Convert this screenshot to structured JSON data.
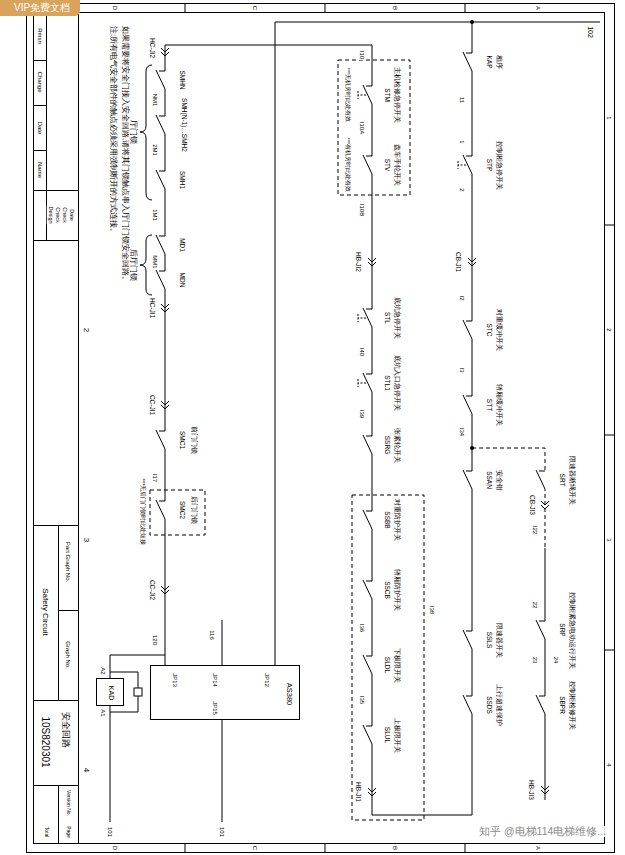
{
  "diagram": {
    "nodes": [
      {
        "text": [
          "AS380",
          "JP12",
          "JP14",
          "JP13",
          "JP15"
        ]
      },
      {
        "text": [
          "KAD"
        ]
      }
    ],
    "edges": [
      {
        "from": 1,
        "to": 0,
        "arrow": "none"
      }
    ],
    "labels": [
      "VIP免费文档",
      "D",
      "C",
      "B",
      "A",
      "D",
      "C",
      "B",
      "A",
      "1",
      "2",
      "3",
      "4",
      "2",
      "3",
      "4",
      "Rmsn",
      "Change",
      "Date",
      "Name",
      "Design",
      "Check",
      "Check",
      "Date",
      "Part Graph No.",
      "Graph No.",
      "Safety Circuit",
      "安全回路",
      "10S820301",
      "Version No.",
      "Page",
      "Total",
      "注:所有电气安全部件的触点必须采用强制断开的方式连接。",
      "如果需要将安全门接入安全回路,请将其门锁触点串入厅门门锁安全回路。",
      "HC-JI2",
      "SMHN",
      "NM1",
      "SMH(N-1)…SMH2",
      "2M1",
      "SMH1",
      "厅门锁",
      "1M1",
      "MD1",
      "MM1",
      "MDN",
      "后厅门锁",
      "HC-JI1",
      "CC-JI1",
      "SMC1",
      "前门门锁",
      "I17",
      "SMC2",
      "后门门锁",
      "***无后门门锁时此处短接",
      "CC-JI2",
      "120",
      "116",
      "101",
      "A2",
      "A1",
      "101",
      "I10",
      "STM",
      "主机检修急停开关",
      "***无机房时此处有效",
      "I10A",
      "STV",
      "盘车手轮开关",
      "***有机房时此处有效",
      "I10B",
      "HB-JI2",
      "STL",
      "底坑急停开关",
      "I40",
      "STL1",
      "底坑入口急停开关",
      "I39",
      "SSRG",
      "张紧轮开关",
      "SSBB",
      "对重防护开关",
      "SSCB",
      "轿厢防护开关",
      "I38",
      "I36",
      "SLDL",
      "下极限开关",
      "I35",
      "SLUL",
      "上极限开关",
      "HB-JI1",
      "102",
      "KAP",
      "相序",
      "11",
      "1",
      "STP",
      "控制柜急停开关",
      "2",
      "CB-JI1",
      "I2",
      "STC",
      "对重缓冲开关",
      "I3",
      "STT",
      "轿厢缓冲开关",
      "I34",
      "SSAN",
      "安全钳",
      "SRT",
      "限速器断绳开关",
      "CB-JI3",
      "I22",
      "22",
      "SRP",
      "控制柜紧急电动运行开关",
      "23",
      "24",
      "SSLS",
      "限速器开关",
      "SBPR",
      "控制柜检修开关",
      "SSDS",
      "上行超速保护",
      "HB-JI3",
      "知乎 @电梯114电梯维修..."
    ]
  }
}
